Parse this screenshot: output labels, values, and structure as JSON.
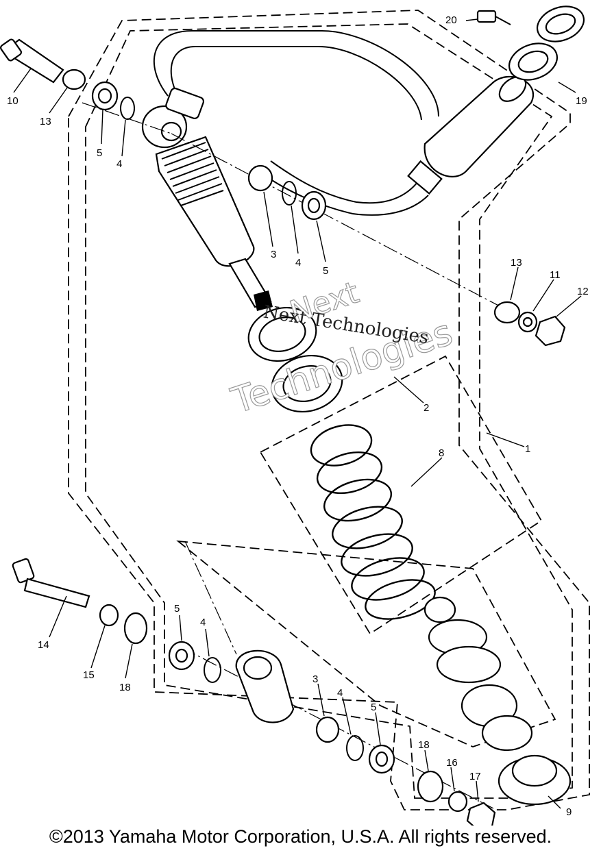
{
  "diagram": {
    "part_numbers": [
      "20",
      "19",
      "10",
      "13",
      "5",
      "4",
      "3",
      "4",
      "5",
      "13",
      "11",
      "12",
      "2",
      "1",
      "8",
      "14",
      "15",
      "18",
      "5",
      "4",
      "3",
      "4",
      "5",
      "18",
      "16",
      "17",
      "9"
    ],
    "watermark": {
      "line1": "Next",
      "line2": "Technologies",
      "overlay": "Next Technologies"
    }
  },
  "footer": {
    "copyright": "©2013 Yamaha Motor Corporation, U.S.A. All rights reserved."
  }
}
